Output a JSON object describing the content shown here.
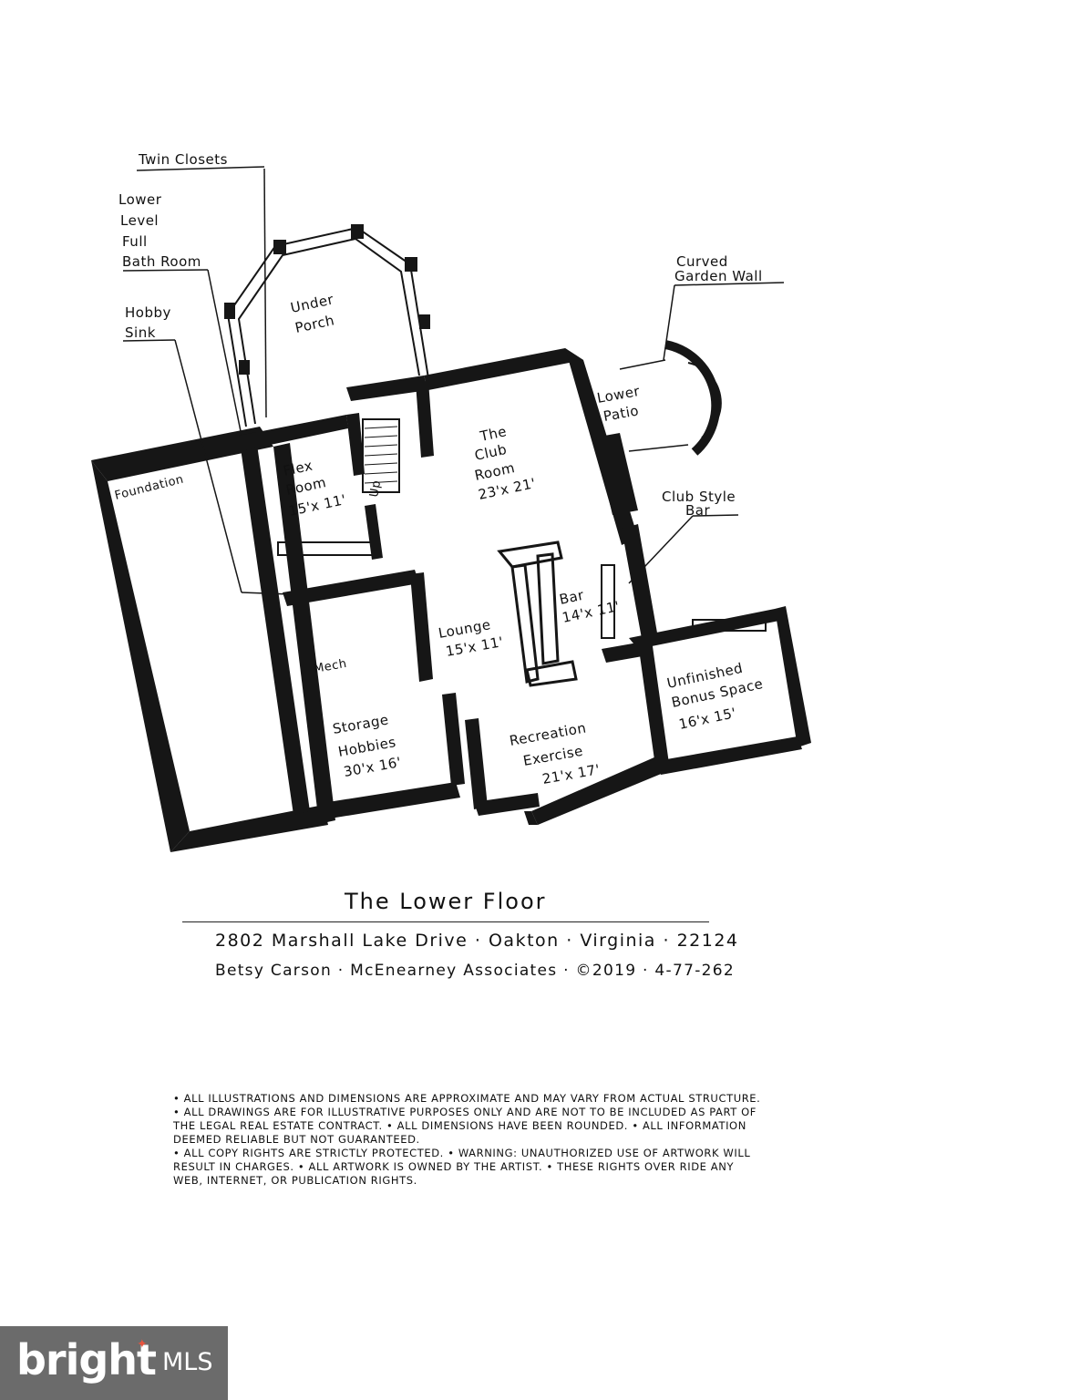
{
  "labels": {
    "twin_closets": "Twin Closets",
    "lower_level": "Lower",
    "lower_level_2": "Level",
    "full": "Full",
    "bathroom": "Bath Room",
    "hobby": "Hobby",
    "sink": "Sink",
    "under": "Under",
    "porch": "Porch",
    "curved": "Curved",
    "garden_wall": "Garden Wall",
    "lower_patio_1": "Lower",
    "lower_patio_2": "Patio",
    "foundation": "Foundation",
    "flex_1": "Flex",
    "flex_2": "Room",
    "flex_dim": "15'x 11'",
    "club_1": "The",
    "club_2": "Club",
    "club_3": "Room",
    "club_dim": "23'x 21'",
    "club_style_1": "Club Style",
    "club_style_2": "Bar",
    "up": "Up",
    "bar": "Bar",
    "bar_dim": "14'x 11'",
    "lounge": "Lounge",
    "lounge_dim": "15'x 11'",
    "mech": "Mech",
    "unfinished_1": "Unfinished",
    "unfinished_2": "Bonus Space",
    "unfinished_dim": "16'x 15'",
    "storage": "Storage",
    "hobbies": "Hobbies",
    "storage_dim": "30'x 16'",
    "recreation": "Recreation",
    "exercise": "Exercise",
    "recreation_dim": "21'x 17'"
  },
  "caption": {
    "title": "The Lower Floor",
    "address": "2802 Marshall Lake Drive · Oakton · Virginia · 22124",
    "credit": "Betsy Carson · McEnearney Associates · ©2019 · 4-77-262"
  },
  "disclaimer": [
    "• All illustrations and dimensions are approximate and may vary from actual structure. • All drawings are for illustrative purposes only and are not to be included as part of the legal real estate contract. • All dimensions have been rounded. • All information deemed reliable but not guaranteed.",
    "• All copy rights are strictly protected. • Warning: unauthorized use of artwork will result in charges. • All artwork is owned by the artist. • These rights over ride any web, internet, or publication rights."
  ],
  "brand": {
    "name": "bright",
    "tag": "MLS"
  }
}
